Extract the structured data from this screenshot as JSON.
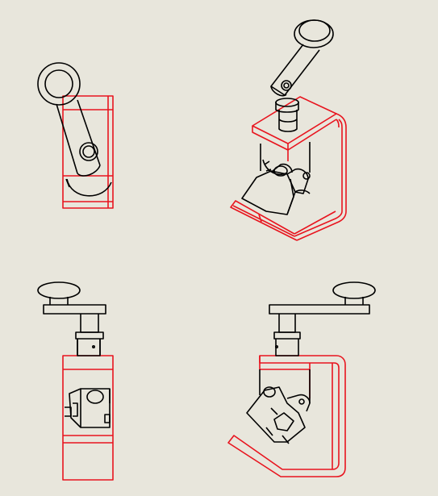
{
  "drawing": {
    "background_color": "#e8e6dc",
    "frame_color": "#e8141e",
    "part_color": "#000000",
    "views": [
      {
        "id": "top-view"
      },
      {
        "id": "isometric-view"
      },
      {
        "id": "front-view"
      },
      {
        "id": "side-view"
      }
    ]
  }
}
